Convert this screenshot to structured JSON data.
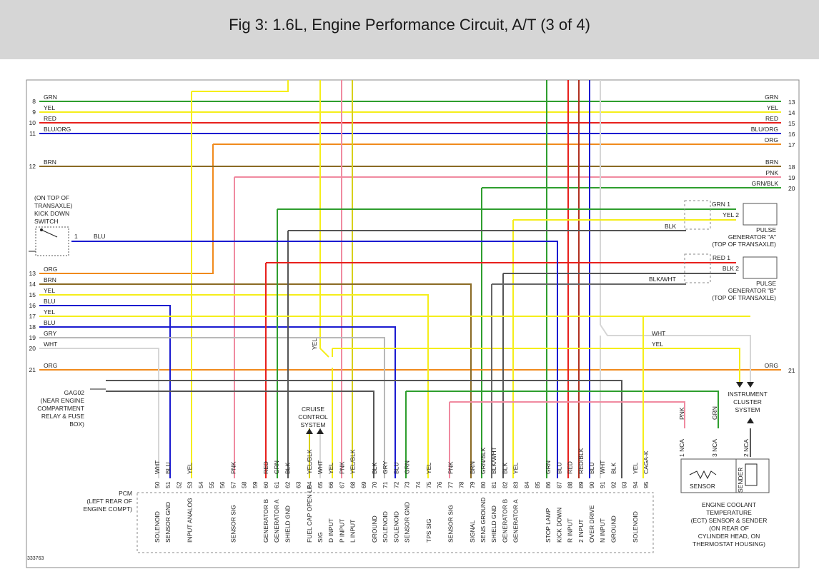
{
  "title": "Fig 3: 1.6L, Engine Performance Circuit, A/T (3 of 4)",
  "figure_id": "333763",
  "colors": {
    "GRN": "#2e9e2e",
    "YEL": "#f5ee1a",
    "RED": "#e8201c",
    "BLU": "#1a1ad0",
    "ORG": "#f08a1c",
    "BRN": "#8a6a24",
    "PNK": "#f08aa0",
    "GRY": "#b8b8b8",
    "WHT": "#d6d6d6",
    "BLK": "#555555",
    "BLUORG": "#1a1ad0",
    "GRNBLK": "#2e9e2e",
    "YELBLK": "#d8d01a",
    "REDBLK": "#b03020",
    "BLKWHT": "#666666"
  },
  "left_connector": {
    "pins": [
      "8",
      "9",
      "10",
      "11",
      "12",
      "13",
      "14",
      "15",
      "16",
      "17",
      "18",
      "19",
      "20",
      "21"
    ],
    "labels": [
      "GRN",
      "YEL",
      "RED",
      "BLU/ORG",
      "BRN",
      "ORG",
      "BRN",
      "YEL",
      "BLU",
      "YEL",
      "BLU",
      "GRY",
      "WHT",
      "ORG"
    ]
  },
  "right_connector": {
    "pins": [
      "13",
      "14",
      "15",
      "16",
      "17",
      "18",
      "19",
      "20",
      "21"
    ],
    "labels": [
      "GRN",
      "YEL",
      "RED",
      "BLU/ORG",
      "ORG",
      "BRN",
      "PNK",
      "GRN/BLK",
      "ORG"
    ]
  },
  "kick_down": {
    "text": [
      "(ON TOP OF",
      "TRANSAXLE)",
      "KICK DOWN",
      "SWITCH"
    ],
    "pin": "1",
    "wire": "BLU"
  },
  "ground": {
    "text": [
      "GAG02",
      "(NEAR ENGINE",
      "COMPARTMENT",
      "RELAY & FUSE",
      "BOX)"
    ]
  },
  "cruise": {
    "text": [
      "CRUISE",
      "CONTROL",
      "SYSTEM"
    ]
  },
  "instrument": {
    "text": [
      "INSTRUMENT",
      "CLUSTER",
      "SYSTEM"
    ]
  },
  "pulse_a": {
    "text": [
      "PULSE",
      "GENERATOR \"A\"",
      "(TOP OF TRANSAXLE)"
    ],
    "pins": [
      "1",
      "2"
    ],
    "wires": [
      "GRN",
      "YEL"
    ],
    "shield": "BLK"
  },
  "pulse_b": {
    "text": [
      "PULSE",
      "GENERATOR \"B\"",
      "(TOP OF TRANSAXLE)"
    ],
    "pins": [
      "1",
      "2"
    ],
    "wires": [
      "RED",
      "BLK"
    ],
    "shield": "BLK/WHT"
  },
  "ect": {
    "text": [
      "ENGINE COOLANT",
      "TEMPERATURE",
      "(ECT) SENSOR & SENDER",
      "(ON REAR OF",
      "CYLINDER HEAD, ON",
      "THERMOSTAT HOUSING)"
    ],
    "sensor": "SENSOR",
    "sender": "SENDER",
    "pin_labels": [
      "1 NCA",
      "3 NCA",
      "2 NCA"
    ],
    "wires": [
      "PNK",
      "GRN"
    ]
  },
  "pcm": {
    "text": [
      "PCM",
      "(LEFT REAR OF",
      "ENGINE COMPT)"
    ]
  },
  "mid_labels": {
    "yel": "YEL",
    "wht": "WHT",
    "yel2": "YEL",
    "org": "ORG",
    "blk": "BLK",
    "blkwht": "BLK/WHT",
    "blu": "BLU"
  },
  "pcm_pins": [
    {
      "n": "50",
      "w": "WHT",
      "f": "SOLENOID"
    },
    {
      "n": "51",
      "w": "BLU",
      "f": "SENSOR GND"
    },
    {
      "n": "52",
      "w": "",
      "f": ""
    },
    {
      "n": "53",
      "w": "YEL",
      "f": "INPUT ANALOG"
    },
    {
      "n": "54",
      "w": "",
      "f": ""
    },
    {
      "n": "55",
      "w": "",
      "f": ""
    },
    {
      "n": "56",
      "w": "",
      "f": ""
    },
    {
      "n": "57",
      "w": "PNK",
      "f": "SENSOR SIG"
    },
    {
      "n": "58",
      "w": "",
      "f": ""
    },
    {
      "n": "59",
      "w": "",
      "f": ""
    },
    {
      "n": "60",
      "w": "RED",
      "f": "GENERATOR B"
    },
    {
      "n": "61",
      "w": "GRN",
      "f": "GENERATOR A"
    },
    {
      "n": "62",
      "w": "BLK",
      "f": "SHIELD GND"
    },
    {
      "n": "63",
      "w": "",
      "f": ""
    },
    {
      "n": "64",
      "w": "YEL/BLK",
      "f": "FUEL CAP OPEN LP"
    },
    {
      "n": "65",
      "w": "WHT",
      "f": "SIG"
    },
    {
      "n": "66",
      "w": "YEL",
      "f": "D INPUT"
    },
    {
      "n": "67",
      "w": "PNK",
      "f": "P INPUT"
    },
    {
      "n": "68",
      "w": "YEL/BLK",
      "f": "L INPUT"
    },
    {
      "n": "69",
      "w": "",
      "f": ""
    },
    {
      "n": "70",
      "w": "BLK",
      "f": "GROUND"
    },
    {
      "n": "71",
      "w": "GRY",
      "f": "SOLENOID"
    },
    {
      "n": "72",
      "w": "BLU",
      "f": "SOLENOID"
    },
    {
      "n": "73",
      "w": "GRN",
      "f": "SENSOR GND"
    },
    {
      "n": "74",
      "w": "",
      "f": ""
    },
    {
      "n": "75",
      "w": "YEL",
      "f": "TPS SIG"
    },
    {
      "n": "76",
      "w": "",
      "f": ""
    },
    {
      "n": "77",
      "w": "PNK",
      "f": "SENSOR SIG"
    },
    {
      "n": "78",
      "w": "",
      "f": ""
    },
    {
      "n": "79",
      "w": "BRN",
      "f": "SIGNAL"
    },
    {
      "n": "80",
      "w": "GRN/BLK",
      "f": "SENS GROUND"
    },
    {
      "n": "81",
      "w": "BLK/WHT",
      "f": "SHIELD GND"
    },
    {
      "n": "82",
      "w": "BLK",
      "f": "GENERATOR B"
    },
    {
      "n": "83",
      "w": "YEL",
      "f": "GENERATOR A"
    },
    {
      "n": "84",
      "w": "",
      "f": ""
    },
    {
      "n": "85",
      "w": "",
      "f": ""
    },
    {
      "n": "86",
      "w": "GRN",
      "f": "STOP LAMP"
    },
    {
      "n": "87",
      "w": "BLU",
      "f": "KICK DOWN"
    },
    {
      "n": "88",
      "w": "RED",
      "f": "R INPUT"
    },
    {
      "n": "89",
      "w": "RED/BLK",
      "f": "2 INPUT"
    },
    {
      "n": "90",
      "w": "BLU",
      "f": "OVER DRIVE"
    },
    {
      "n": "91",
      "w": "WHT",
      "f": "N INPUT"
    },
    {
      "n": "92",
      "w": "BLK",
      "f": "GROUND"
    },
    {
      "n": "93",
      "w": "",
      "f": ""
    },
    {
      "n": "94",
      "w": "YEL",
      "f": "SOLENOID"
    },
    {
      "n": "95",
      "w": "CAGA-K",
      "f": ""
    }
  ]
}
